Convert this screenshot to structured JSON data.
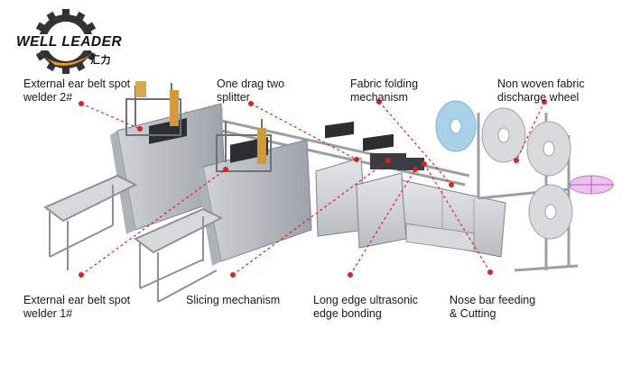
{
  "logo": {
    "brand": "WELL LEADER",
    "sub": "汇力"
  },
  "labels": {
    "ear_welder_2": [
      "External ear belt spot",
      "welder 2#"
    ],
    "one_drag_splitter": [
      "One drag two",
      "splitter"
    ],
    "fabric_folding": [
      "Fabric folding",
      "mechanism"
    ],
    "discharge_wheel": [
      "Non woven fabric",
      "discharge wheel"
    ],
    "ear_welder_1": [
      "External ear belt spot",
      "welder 1#"
    ],
    "slicing": [
      "Slicing mechanism"
    ],
    "long_edge": [
      "Long edge ultrasonic",
      "edge bonding"
    ],
    "nose_bar": [
      "Nose bar feeding",
      "& Cutting"
    ]
  },
  "colors": {
    "leader_line": "#e02020",
    "logo_gear": "#333333",
    "logo_orange": "#f39a1e",
    "machine_body": "#c9ccd1",
    "machine_dark": "#2b2e33",
    "roll_blue": "#a9d2e8"
  }
}
